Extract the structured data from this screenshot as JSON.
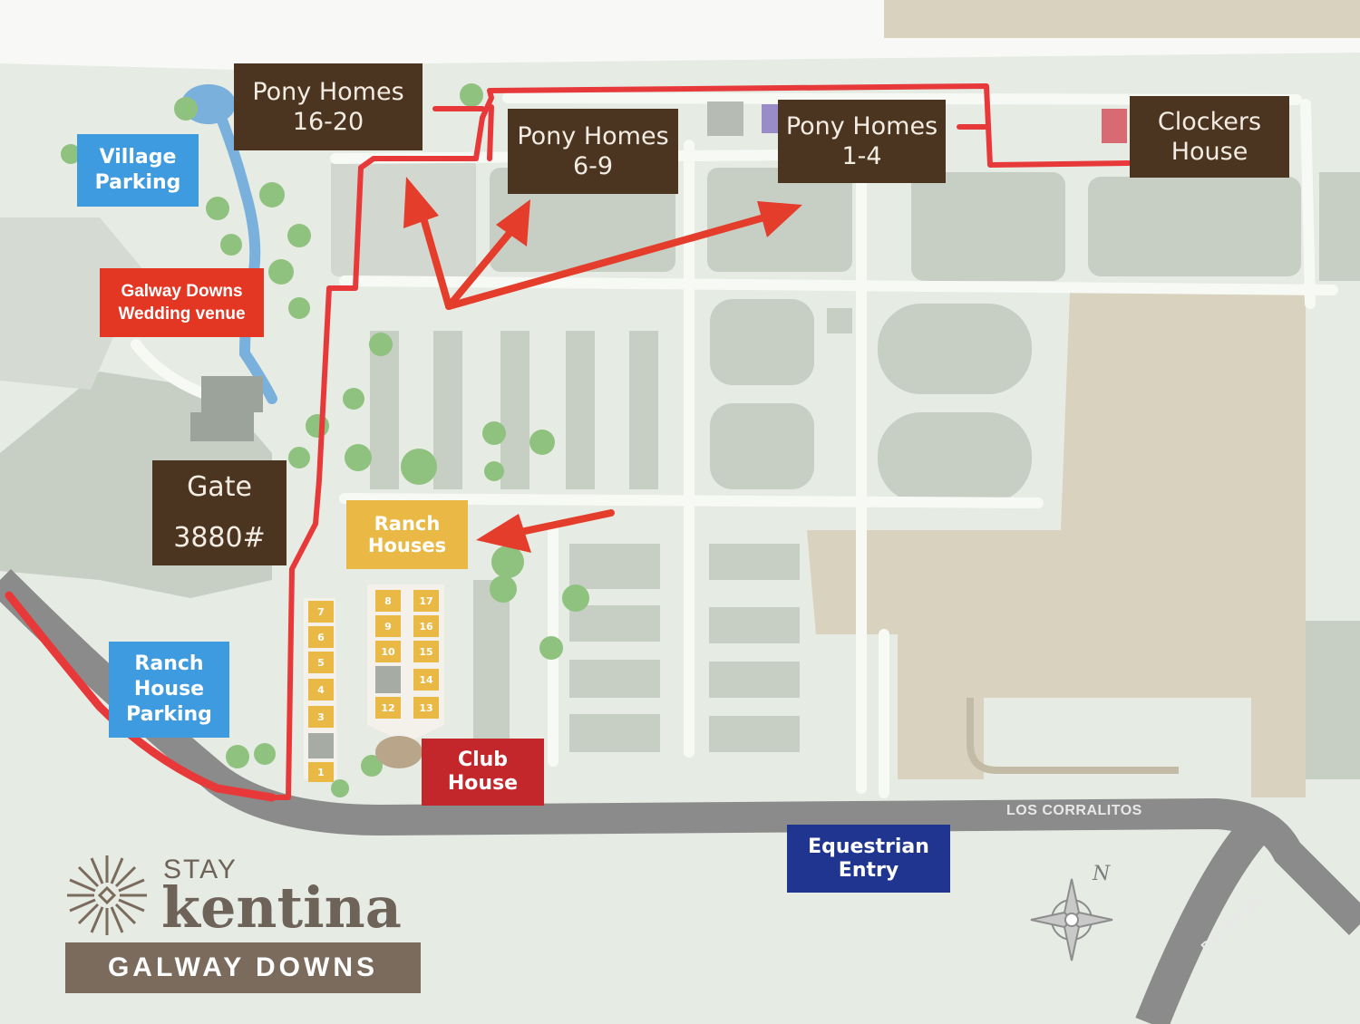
{
  "map": {
    "labels": {
      "pony_16_20": [
        "Pony Homes",
        "16-20"
      ],
      "pony_6_9": [
        "Pony Homes",
        "6-9"
      ],
      "pony_1_4": [
        "Pony Homes",
        "1-4"
      ],
      "clockers": [
        "Clockers",
        "House"
      ],
      "village_parking": [
        "Village",
        "Parking"
      ],
      "wedding_venue": [
        "Galway Downs",
        "Wedding venue"
      ],
      "gate": [
        "Gate",
        "3880#"
      ],
      "ranch_houses": [
        "Ranch",
        "Houses"
      ],
      "ranch_house_parking": [
        "Ranch",
        "House",
        "Parking"
      ],
      "club_house": [
        "Club",
        "House"
      ],
      "equestrian_entry": [
        "Equestrian",
        "Entry"
      ]
    },
    "roads": {
      "los_corralitos": "LOS CORRALITOS",
      "pauba": "PAUBA RD"
    },
    "compass": "N",
    "house_numbers": {
      "left_column": [
        "7",
        "6",
        "5",
        "4",
        "3",
        "",
        "1"
      ],
      "mid_column": [
        "8",
        "9",
        "10",
        "",
        "12"
      ],
      "right_column": [
        "17",
        "16",
        "15",
        "14",
        "13"
      ]
    }
  },
  "logo": {
    "stay": "STAY",
    "name": "kentina",
    "subtitle": "GALWAY DOWNS"
  },
  "colors": {
    "route": "#e8393a",
    "arrow": "#e43d2c",
    "label_brown": "#4b3521",
    "parking_blue": "#3e9be0",
    "entry_navy": "#1f3590",
    "club_red": "#c4272b",
    "ranch_yellow": "#e9b845"
  }
}
